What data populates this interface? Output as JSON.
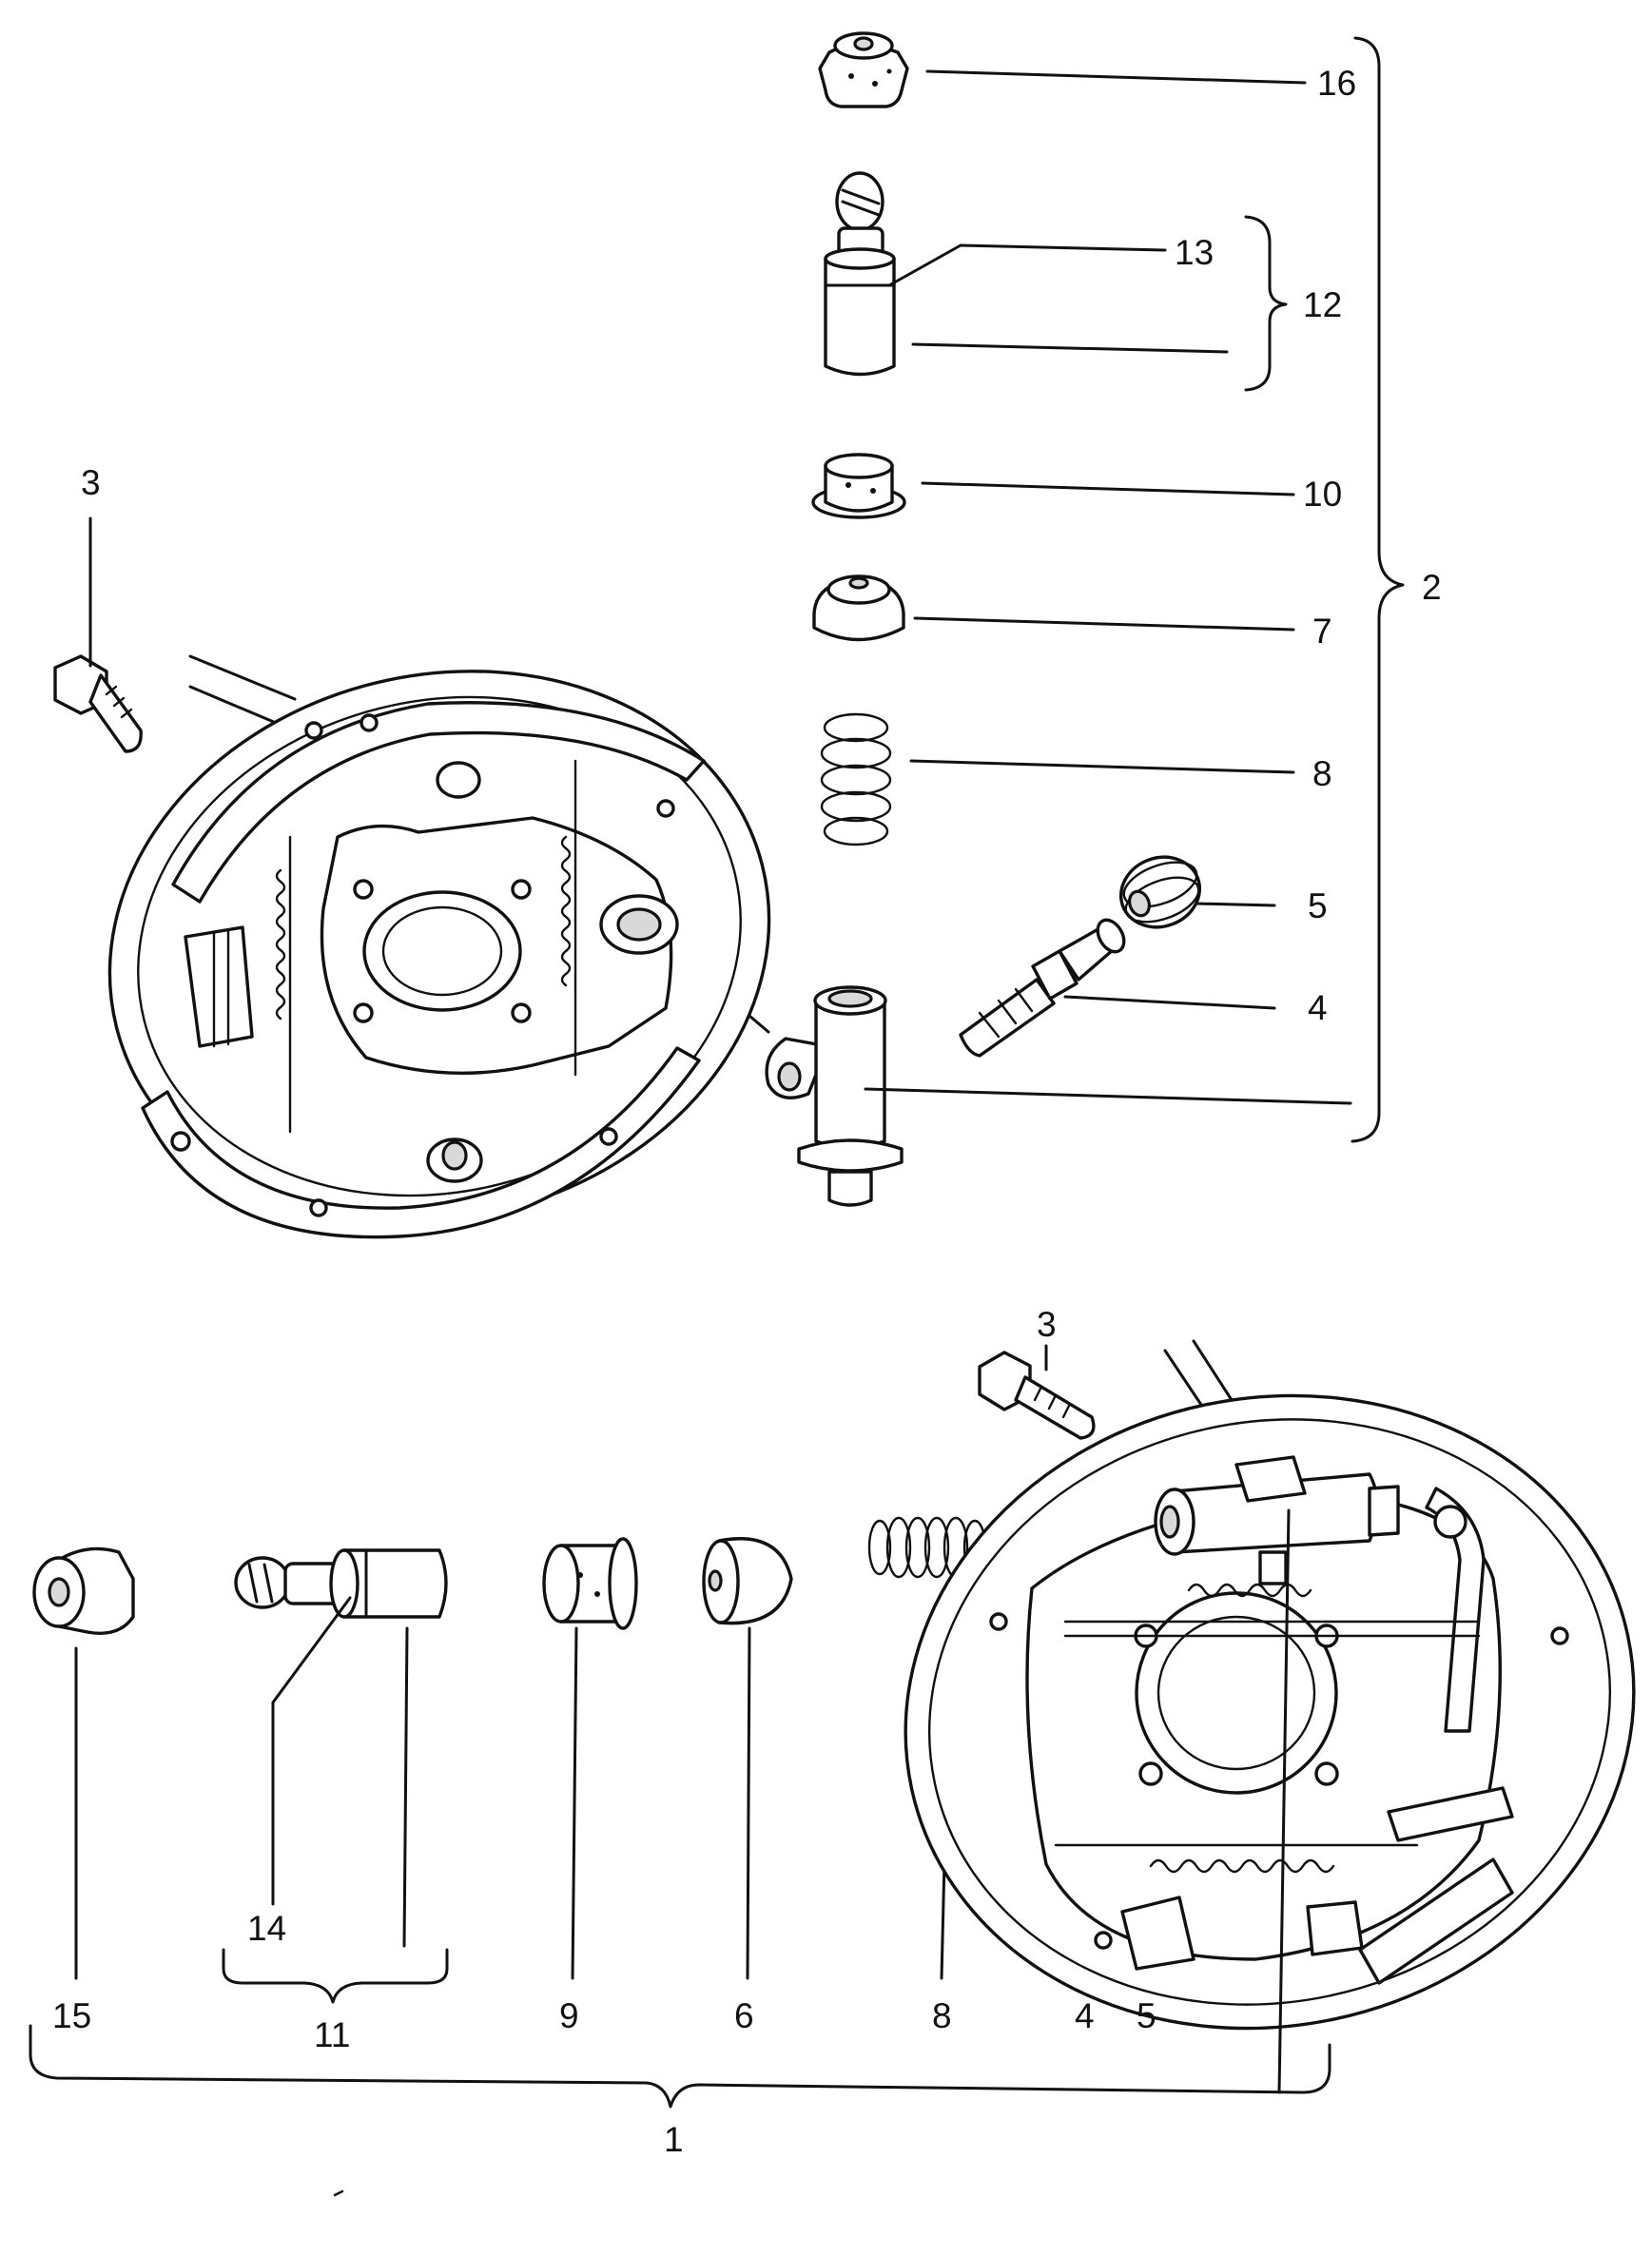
{
  "callouts": {
    "c1": "1",
    "c2": "2",
    "c3_top": "3",
    "c3_bottom": "3",
    "c4_top": "4",
    "c4_bottom": "4",
    "c5_top": "5",
    "c5_bottom": "5",
    "c6": "6",
    "c7": "7",
    "c8_top": "8",
    "c8_bottom": "8",
    "c9": "9",
    "c10": "10",
    "c11": "11",
    "c12": "12",
    "c13": "13",
    "c14": "14",
    "c15": "15",
    "c16": "16"
  }
}
